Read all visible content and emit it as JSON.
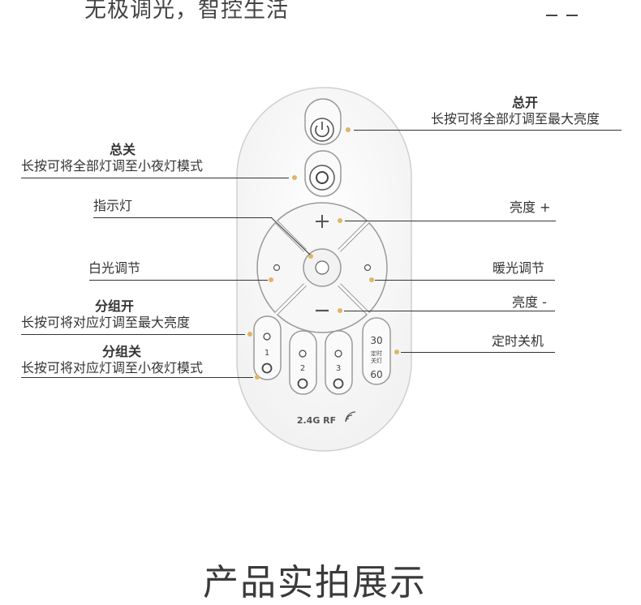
{
  "header": {
    "title": "无极调光，智控生活"
  },
  "labels": {
    "power_on_title": "总开",
    "power_on_desc": "长按可将全部灯调至最大亮度",
    "power_off_title": "总关",
    "power_off_desc": "长按可将全部灯调至小夜灯模式",
    "indicator": "指示灯",
    "brightness_up": "亮度 +",
    "white_adjust": "白光调节",
    "warm_adjust": "暖光调节",
    "brightness_down": "亮度 -",
    "group_on_title": "分组开",
    "group_on_desc": "长按可将对应灯调至最大亮度",
    "group_off_title": "分组关",
    "group_off_desc": "长按可将对应灯调至小夜灯模式",
    "timer": "定时关机"
  },
  "remote": {
    "group_1": "1",
    "group_2": "2",
    "group_3": "3",
    "timer_30": "30",
    "timer_label_1": "定时",
    "timer_label_2": "关灯",
    "timer_60": "60",
    "brand": "2.4G RF"
  },
  "footer": {
    "title": "产品实拍展示"
  },
  "colors": {
    "dot": "#e0b466",
    "line": "#333333",
    "text": "#333333"
  }
}
